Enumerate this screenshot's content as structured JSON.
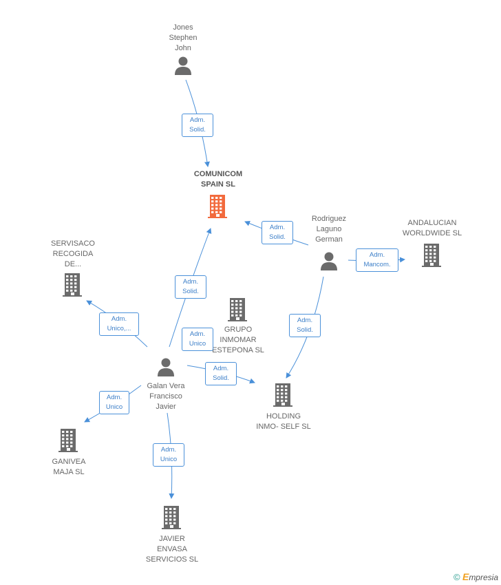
{
  "nodes": {
    "jones": {
      "label": "Jones\nStephen\nJohn"
    },
    "comunicom": {
      "label": "COMUNICOM\nSPAIN SL"
    },
    "rodriguez": {
      "label": "Rodriguez\nLaguno\nGerman"
    },
    "andalucian": {
      "label": "ANDALUCIAN\nWORLDWIDE SL"
    },
    "servisaco": {
      "label": "SERVISACO\nRECOGIDA\nDE..."
    },
    "grupo": {
      "label": "GRUPO\nINMOMAR\nESTEPONA  SL"
    },
    "galan": {
      "label": "Galan Vera\nFrancisco\nJavier"
    },
    "holding": {
      "label": "HOLDING\nINMO- SELF SL"
    },
    "ganivea": {
      "label": "GANIVEA\nMAJA  SL"
    },
    "javier": {
      "label": "JAVIER\nENVASA\nSERVICIOS SL"
    }
  },
  "relations": {
    "jones_comunicom": "Adm.\nSolid.",
    "rodriguez_comunicom": "Adm.\nSolid.",
    "rodriguez_andalucian": "Adm.\nMancom.",
    "rodriguez_holding": "Adm.\nSolid.",
    "galan_comunicom": "Adm.\nSolid.",
    "galan_servisaco": "Adm.\nUnico,...",
    "galan_grupo": "Adm.\nUnico",
    "galan_holding": "Adm.\nSolid.",
    "galan_ganivea": "Adm.\nUnico",
    "galan_javier": "Adm.\nUnico"
  },
  "colors": {
    "person": "#6b6b6b",
    "company": "#6b6b6b",
    "focus_company": "#f26a3d",
    "edge": "#4a90d9"
  },
  "footer": {
    "copyright": "©",
    "brand_e": "E",
    "brand_rest": "mpresia"
  }
}
